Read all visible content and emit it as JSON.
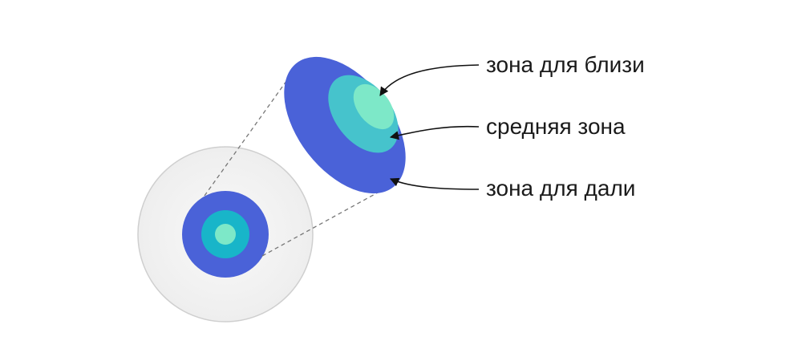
{
  "labels": {
    "near": "зона для близи",
    "middle": "средняя зона",
    "far": "зона для дали"
  },
  "colors": {
    "far_zone": "#4a62d8",
    "middle_zone": "#46c3cc",
    "near_zone": "#7de8c8",
    "eyeball": "#f4f4f4",
    "eyeball_outline": "#cfcfcf",
    "lens_middle_front": "#18b5c9",
    "lens_near_front": "#7de8c8",
    "connector": "#777777",
    "arrow": "#111111"
  }
}
